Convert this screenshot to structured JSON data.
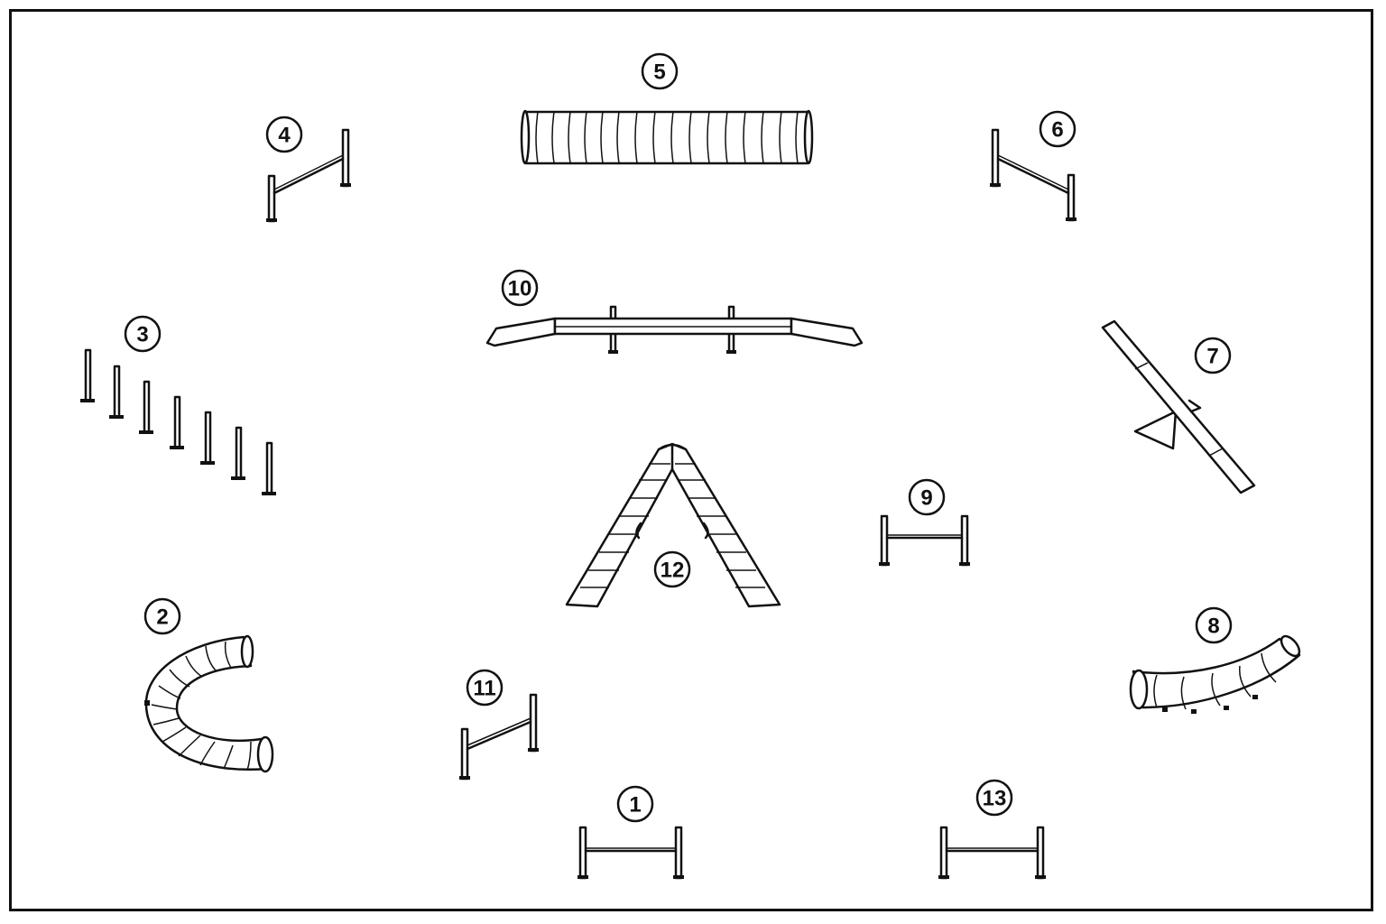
{
  "colors": {
    "line": "#111111",
    "background": "#ffffff"
  },
  "obstacles": [
    {
      "number": "1",
      "kind": "jump"
    },
    {
      "number": "2",
      "kind": "tunnel"
    },
    {
      "number": "3",
      "kind": "weave-poles"
    },
    {
      "number": "4",
      "kind": "jump"
    },
    {
      "number": "5",
      "kind": "tunnel"
    },
    {
      "number": "6",
      "kind": "jump"
    },
    {
      "number": "7",
      "kind": "seesaw"
    },
    {
      "number": "8",
      "kind": "tunnel"
    },
    {
      "number": "9",
      "kind": "jump"
    },
    {
      "number": "10",
      "kind": "dog-walk"
    },
    {
      "number": "11",
      "kind": "jump"
    },
    {
      "number": "12",
      "kind": "a-frame"
    },
    {
      "number": "13",
      "kind": "jump"
    }
  ]
}
